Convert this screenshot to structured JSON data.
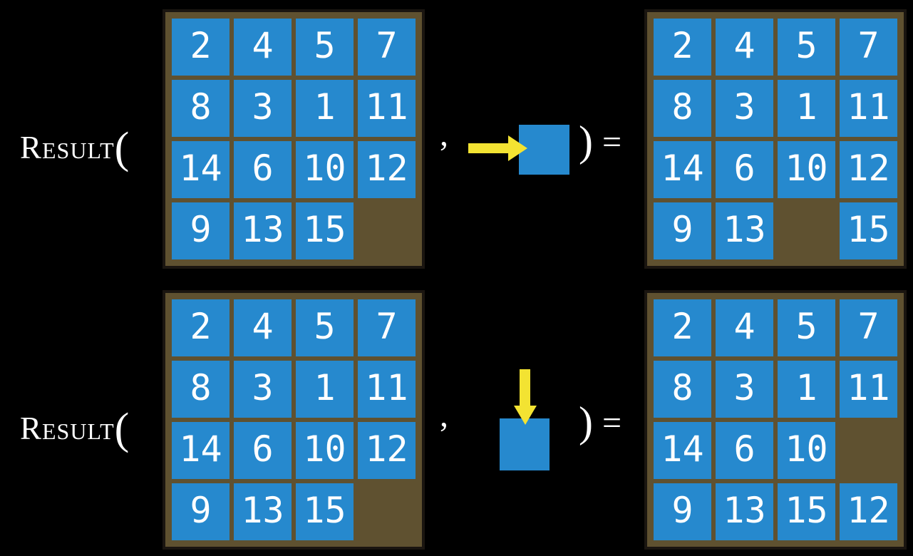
{
  "palette": {
    "background": "#000000",
    "board_background": "#5f5130",
    "board_border": "#1a1510",
    "tile_blue": "#2689ce",
    "number_white": "#ffffff",
    "arrow_yellow": "#f3e332"
  },
  "equations": [
    {
      "function_name": "Result",
      "open_paren": "(",
      "comma": ",",
      "close_paren": ")",
      "equals_sign": "=",
      "action_icon": "arrow-right-into-blank-tile",
      "initial_board": {
        "rows": [
          [
            "2",
            "4",
            "5",
            "7"
          ],
          [
            "8",
            "3",
            "1",
            "11"
          ],
          [
            "14",
            "6",
            "10",
            "12"
          ],
          [
            "9",
            "13",
            "15",
            ""
          ]
        ]
      },
      "result_board": {
        "rows": [
          [
            "2",
            "4",
            "5",
            "7"
          ],
          [
            "8",
            "3",
            "1",
            "11"
          ],
          [
            "14",
            "6",
            "10",
            "12"
          ],
          [
            "9",
            "13",
            "",
            "15"
          ]
        ]
      }
    },
    {
      "function_name": "Result",
      "open_paren": "(",
      "comma": ",",
      "close_paren": ")",
      "equals_sign": "=",
      "action_icon": "arrow-down-into-blank-tile",
      "initial_board": {
        "rows": [
          [
            "2",
            "4",
            "5",
            "7"
          ],
          [
            "8",
            "3",
            "1",
            "11"
          ],
          [
            "14",
            "6",
            "10",
            "12"
          ],
          [
            "9",
            "13",
            "15",
            ""
          ]
        ]
      },
      "result_board": {
        "rows": [
          [
            "2",
            "4",
            "5",
            "7"
          ],
          [
            "8",
            "3",
            "1",
            "11"
          ],
          [
            "14",
            "6",
            "10",
            ""
          ],
          [
            "9",
            "13",
            "15",
            "12"
          ]
        ]
      }
    }
  ]
}
